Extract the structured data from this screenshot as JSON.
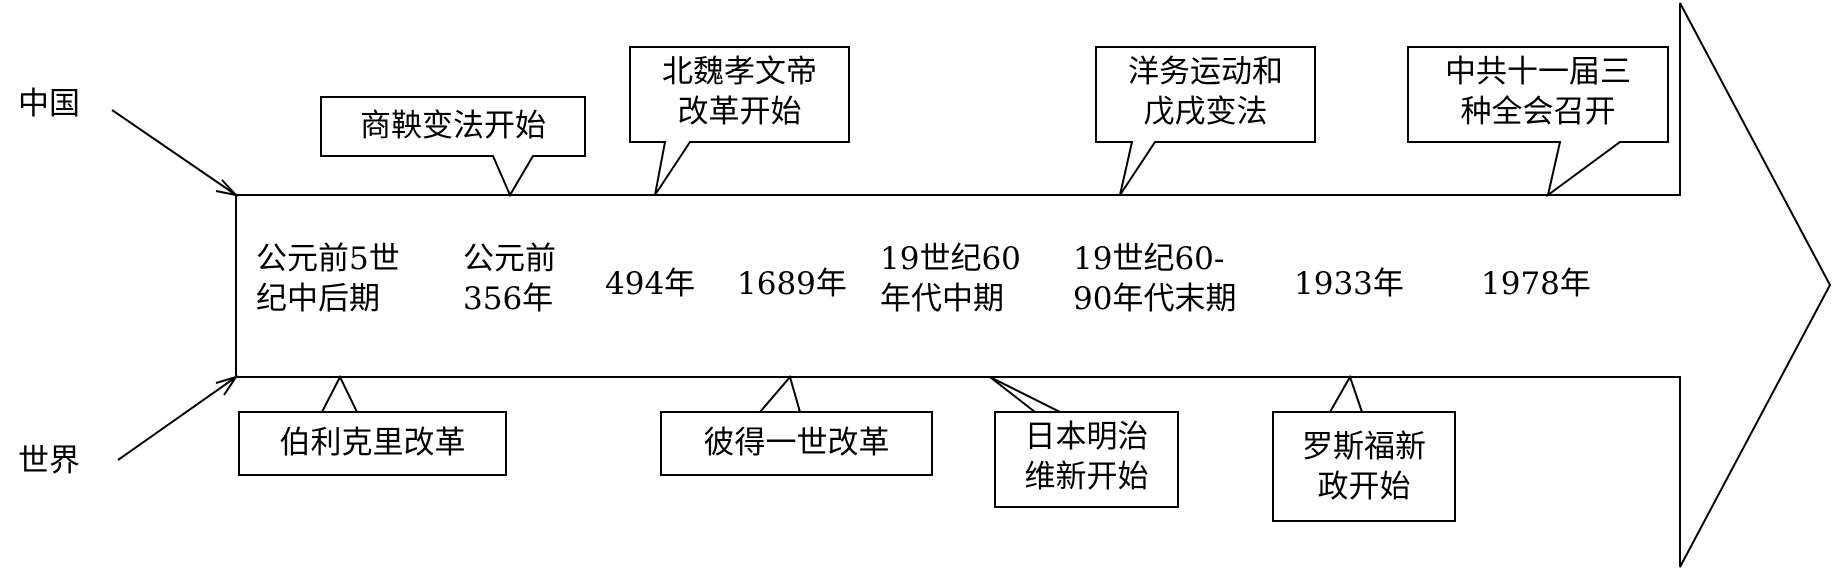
{
  "side_labels": {
    "china": "中国",
    "world": "世界"
  },
  "dates": [
    "公元前5世\n纪中后期",
    "公元前\n356年",
    "494年",
    "1689年",
    "19世纪60\n年代中期",
    "19世纪60-\n90年代末期",
    "1933年",
    "1978年"
  ],
  "china_events": [
    "商鞅变法开始",
    "北魏孝文帝\n改革开始",
    "洋务运动和\n戊戌变法",
    "中共十一届三\n种全会召开"
  ],
  "world_events": [
    "伯利克里改革",
    "彼得一世改革",
    "日本明治\n维新开始",
    "罗斯福新\n政开始"
  ]
}
